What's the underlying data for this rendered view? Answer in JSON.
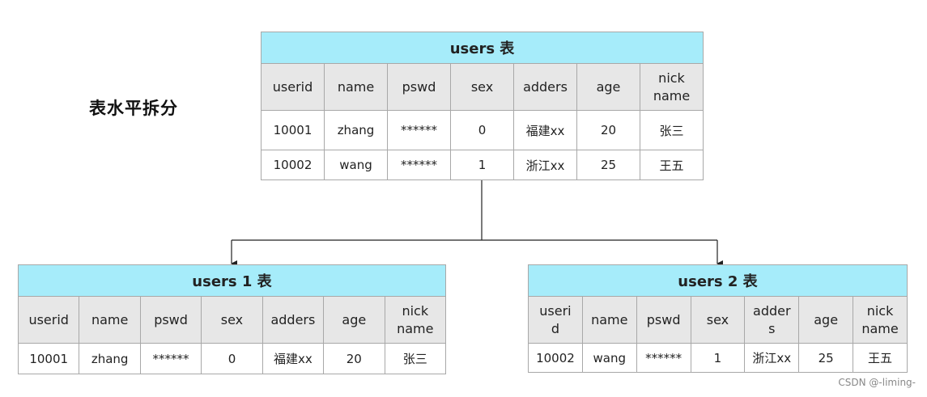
{
  "side_title": "表水平拆分",
  "watermark": "CSDN @-liming-",
  "tables": {
    "users": {
      "title": "users 表",
      "headers": [
        "userid",
        "name",
        "pswd",
        "sex",
        "adders",
        "age",
        "nick\nname"
      ],
      "rows": [
        [
          "10001",
          "zhang",
          "******",
          "0",
          "福建xx",
          "20",
          "张三"
        ],
        [
          "10002",
          "wang",
          "******",
          "1",
          "浙江xx",
          "25",
          "王五"
        ]
      ]
    },
    "users1": {
      "title": "users 1 表",
      "headers": [
        "userid",
        "name",
        "pswd",
        "sex",
        "adders",
        "age",
        "nick\nname"
      ],
      "rows": [
        [
          "10001",
          "zhang",
          "******",
          "0",
          "福建xx",
          "20",
          "张三"
        ]
      ]
    },
    "users2": {
      "title": "users 2 表",
      "headers": [
        "useri\nd",
        "name",
        "pswd",
        "sex",
        "adder\ns",
        "age",
        "nick\nname"
      ],
      "rows": [
        [
          "10002",
          "wang",
          "******",
          "1",
          "浙江xx",
          "25",
          "王五"
        ]
      ]
    }
  }
}
